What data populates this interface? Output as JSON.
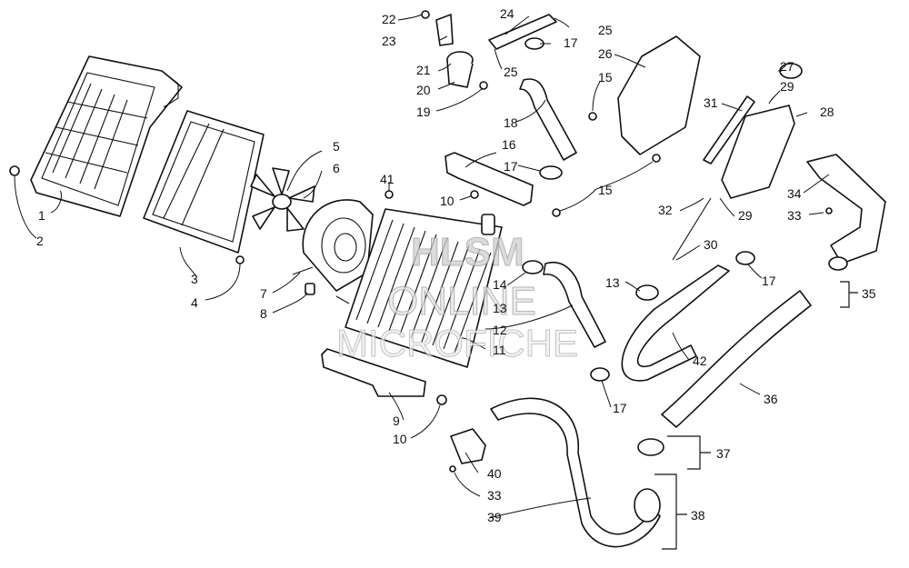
{
  "diagram": {
    "watermark": {
      "line1": "HLSM",
      "line2": "ONLINE",
      "line3": "MICROFICHE"
    },
    "callouts": {
      "c1": "1",
      "c2": "2",
      "c3": "3",
      "c4": "4",
      "c5": "5",
      "c6": "6",
      "c7": "7",
      "c8": "8",
      "c9": "9",
      "c10a": "10",
      "c10b": "10",
      "c11": "11",
      "c12": "12",
      "c13a": "13",
      "c13b": "13",
      "c14": "14",
      "c15a": "15",
      "c15b": "15",
      "c16": "16",
      "c17a": "17",
      "c17b": "17",
      "c17c": "17",
      "c17d": "17",
      "c18": "18",
      "c19": "19",
      "c20": "20",
      "c21": "21",
      "c22": "22",
      "c23": "23",
      "c24": "24",
      "c25a": "25",
      "c25b": "25",
      "c26": "26",
      "c27": "27",
      "c28": "28",
      "c29a": "29",
      "c29b": "29",
      "c30": "30",
      "c31": "31",
      "c32": "32",
      "c33a": "33",
      "c33b": "33",
      "c34": "34",
      "c35": "35",
      "c36": "36",
      "c37": "37",
      "c38": "38",
      "c39": "39",
      "c40": "40",
      "c41": "41",
      "c42": "42"
    }
  }
}
